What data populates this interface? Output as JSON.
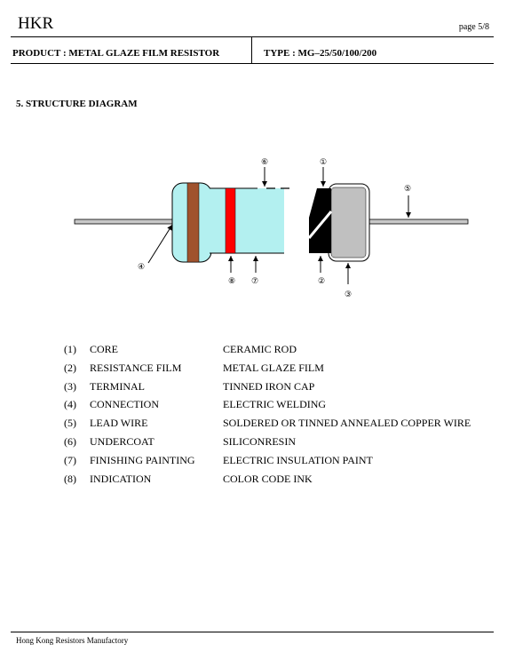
{
  "header": {
    "company": "HKR",
    "page": "page 5/8",
    "product": "PRODUCT : METAL GLAZE FILM RESISTOR",
    "type": "TYPE :   MG–25/50/100/200"
  },
  "section_title": "5. STRUCTURE DIAGRAM",
  "diagram": {
    "callouts": [
      "①",
      "②",
      "③",
      "④",
      "⑤",
      "⑥",
      "⑦",
      "⑧"
    ],
    "colors": {
      "body": "#b3f0f0",
      "band_brown": "#a0522d",
      "band_red": "#ff0000",
      "cap": "#c0c0c0",
      "lead": "#c8c8c8"
    }
  },
  "components": [
    {
      "num": "(1)",
      "item": "CORE",
      "desc": "CERAMIC ROD"
    },
    {
      "num": "(2)",
      "item": "RESISTANCE FILM",
      "desc": "METAL GLAZE FILM"
    },
    {
      "num": "(3)",
      "item": "TERMINAL",
      "desc": "TINNED IRON CAP"
    },
    {
      "num": "(4)",
      "item": "CONNECTION",
      "desc": "ELECTRIC WELDING"
    },
    {
      "num": "(5)",
      "item": "LEAD WIRE",
      "desc": "SOLDERED OR TINNED ANNEALED COPPER WIRE"
    },
    {
      "num": "(6)",
      "item": "UNDERCOAT",
      "desc": "SILICONRESIN"
    },
    {
      "num": "(7)",
      "item": "FINISHING PAINTING",
      "desc": "ELECTRIC INSULATION PAINT"
    },
    {
      "num": "(8)",
      "item": "INDICATION",
      "desc": "COLOR CODE INK"
    }
  ],
  "footer": "Hong Kong Resistors Manufactory"
}
